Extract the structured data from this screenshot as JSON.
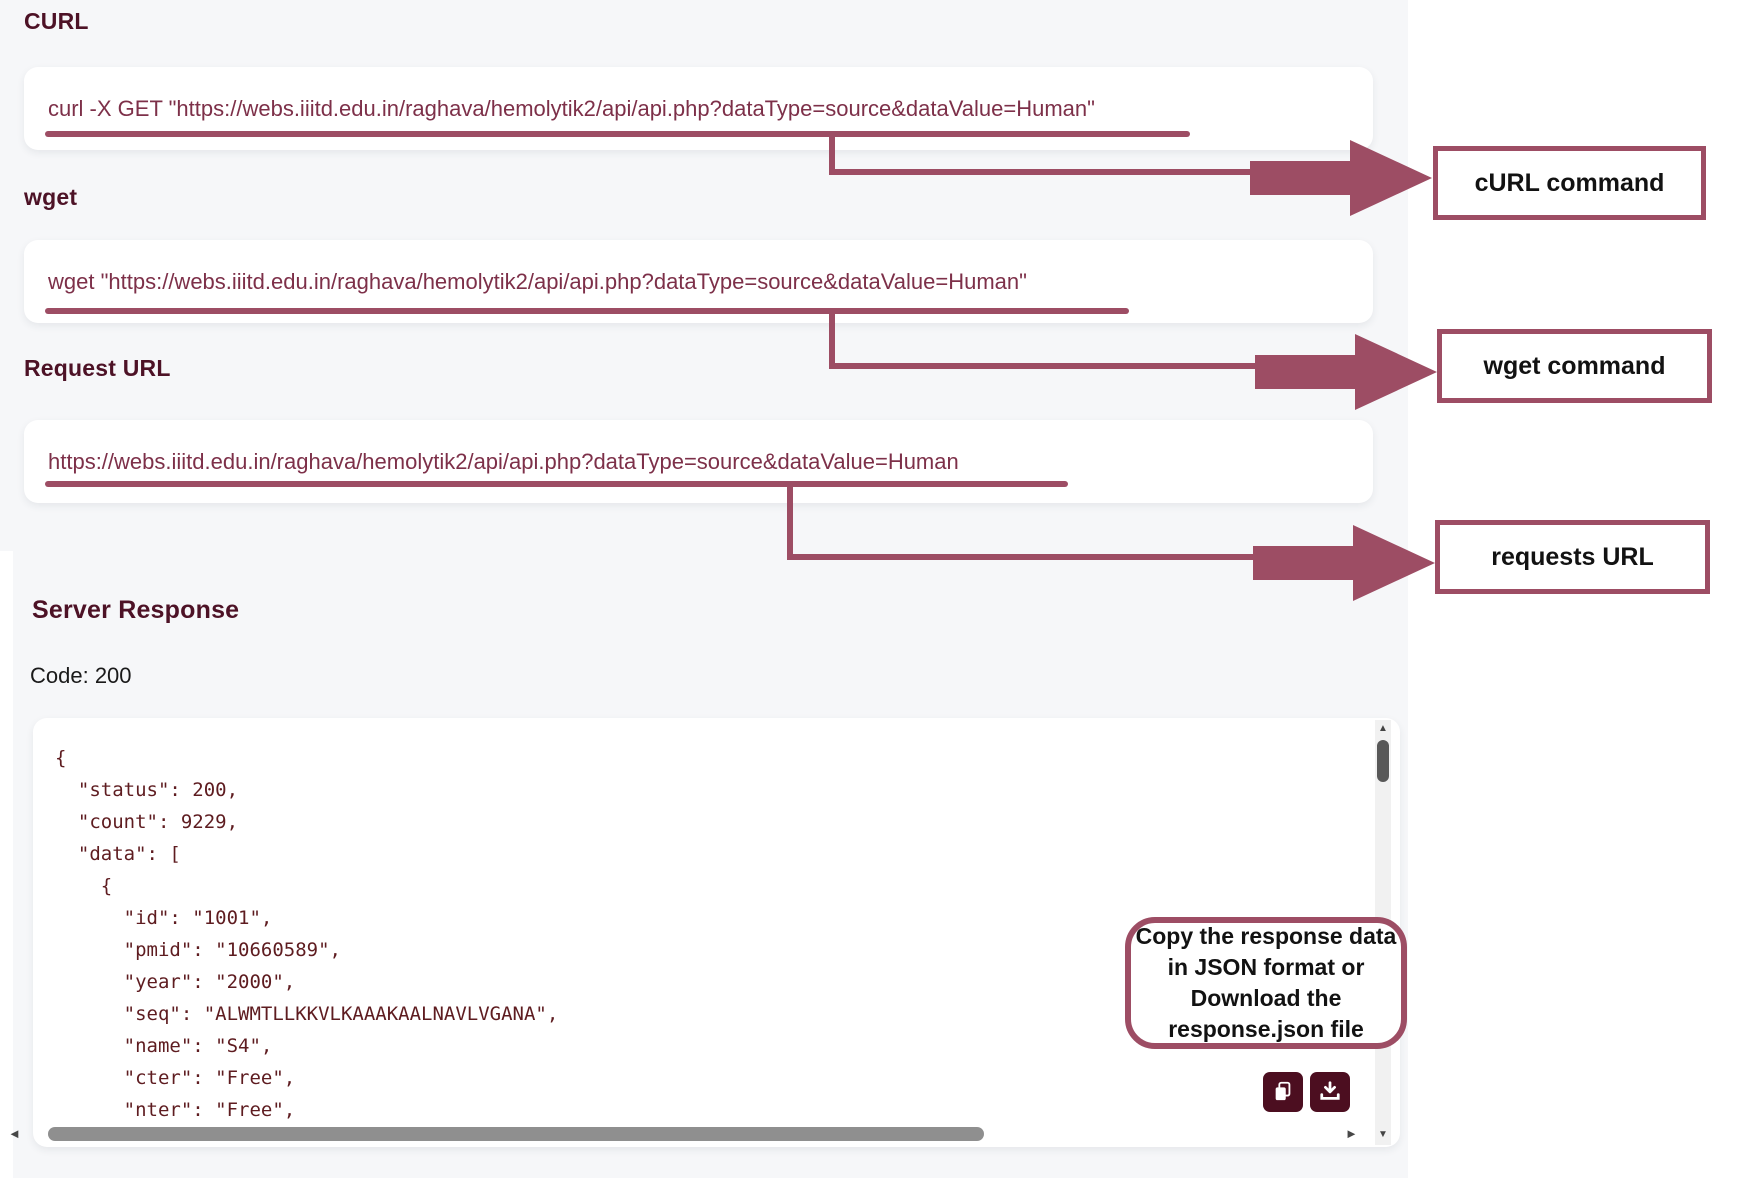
{
  "sections": {
    "curl": {
      "heading": "CURL",
      "command": "curl -X GET \"https://webs.iiitd.edu.in/raghava/hemolytik2/api/api.php?dataType=source&dataValue=Human\""
    },
    "wget": {
      "heading": "wget",
      "command": "wget \"https://webs.iiitd.edu.in/raghava/hemolytik2/api/api.php?dataType=source&dataValue=Human\""
    },
    "request_url": {
      "heading": "Request URL",
      "command": "https://webs.iiitd.edu.in/raghava/hemolytik2/api/api.php?dataType=source&dataValue=Human"
    }
  },
  "annotations": {
    "curl_label": "cURL command",
    "wget_label": "wget command",
    "request_url_label": "requests URL"
  },
  "server_response": {
    "heading": "Server Response",
    "code_label": "Code: 200",
    "json_lines": [
      "{",
      "  \"status\": 200,",
      "  \"count\": 9229,",
      "  \"data\": [",
      "    {",
      "      \"id\": \"1001\",",
      "      \"pmid\": \"10660589\",",
      "      \"year\": \"2000\",",
      "      \"seq\": \"ALWMTLLKKVLKAAAKAALNAVLVGANA\",",
      "      \"name\": \"S4\",",
      "      \"cter\": \"Free\",",
      "      \"nter\": \"Free\","
    ]
  },
  "tooltip": {
    "lines": [
      "Copy the response data",
      "in JSON format or",
      "Download the",
      "response.json file"
    ]
  },
  "colors": {
    "accent": "#9d4d64",
    "heading": "#4d1226",
    "command_text": "#7d3049",
    "json_text": "#5e1c20",
    "button_bg": "#4c0e20",
    "panel_bg": "#f6f7f9"
  }
}
